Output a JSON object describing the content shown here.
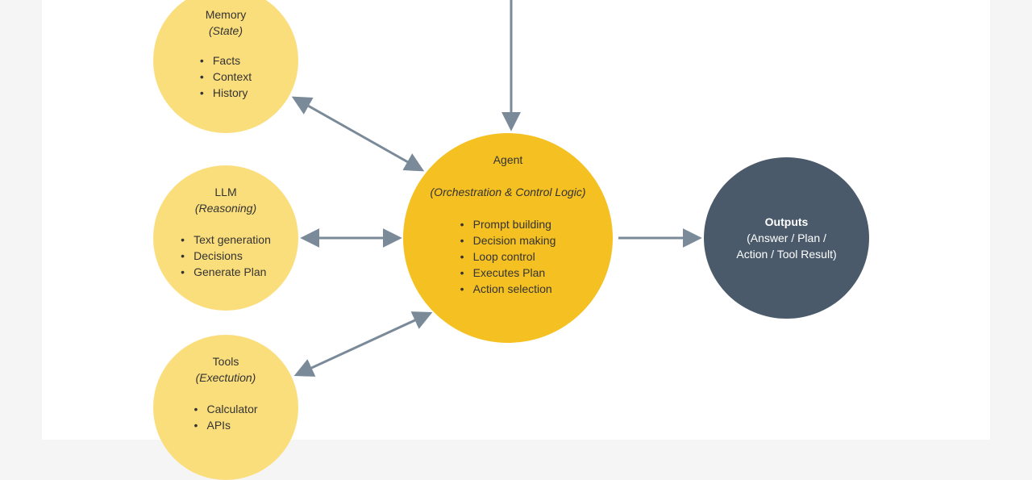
{
  "colors": {
    "background": "#ffffff",
    "light_node": "#fbde7c",
    "agent_node": "#f5c022",
    "output_node": "#4a5a6a",
    "arrow": "#7a8a99"
  },
  "memory": {
    "title": "Memory",
    "subtitle": "(State)",
    "items": [
      "Facts",
      "Context",
      "History"
    ]
  },
  "llm": {
    "title": "LLM",
    "subtitle": "(Reasoning)",
    "items": [
      "Text generation",
      "Decisions",
      "Generate Plan"
    ]
  },
  "tools": {
    "title": "Tools",
    "subtitle": "(Exectution)",
    "items": [
      "Calculator",
      "APIs"
    ]
  },
  "agent": {
    "title": "Agent",
    "subtitle": "(Orchestration & Control Logic)",
    "items": [
      "Prompt building",
      "Decision making",
      "Loop control",
      "Executes Plan",
      "Action selection"
    ]
  },
  "outputs": {
    "title": "Outputs",
    "line1": "(Answer / Plan /",
    "line2": "Action / Tool Result)"
  }
}
